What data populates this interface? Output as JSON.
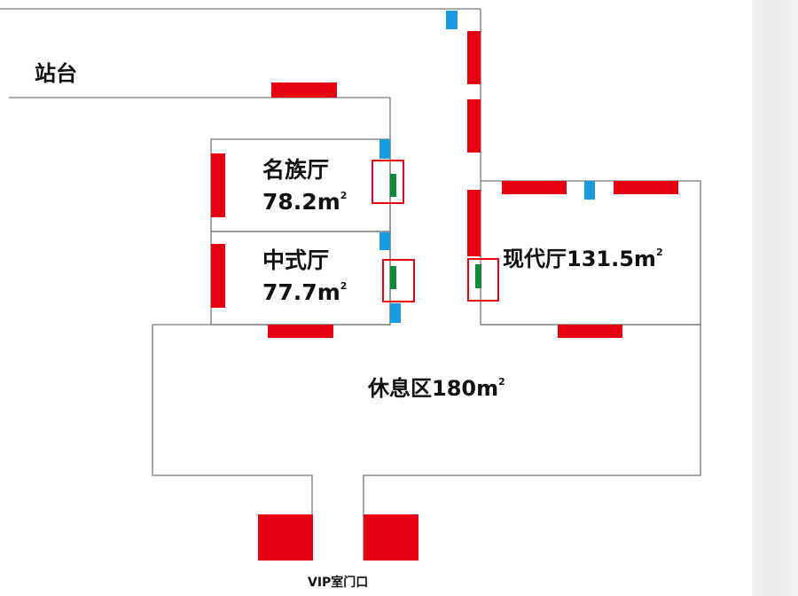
{
  "labels": {
    "platform": "站台",
    "mingzu_name": "名族厅",
    "mingzu_area": "78.2",
    "zhongshi_name": "中式厅",
    "zhongshi_area": "77.7",
    "xiandai": "现代厅131.5",
    "xiuxi": "休息区180",
    "vip_door": "VIP室门口",
    "area_unit": "m",
    "area_sup": "2"
  },
  "colors": {
    "wall": "#7a7a7a",
    "red_marker": "#e60012",
    "blue_marker": "#1a9be0",
    "green_marker": "#0c8a3a"
  }
}
